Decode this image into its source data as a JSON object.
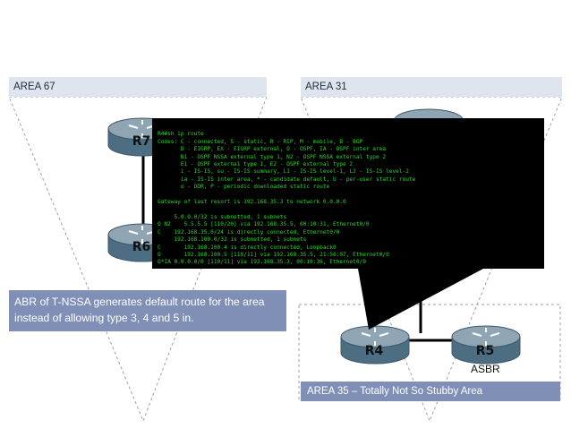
{
  "areas": {
    "area67": "AREA 67",
    "area31": "AREA 31",
    "area35": "AREA 35 – Totally Not So Stubby Area"
  },
  "routers": {
    "r7": "R7",
    "r6": "R6",
    "r4": "R4",
    "r5": "R5"
  },
  "asbr_label": "ASBR",
  "callout": {
    "text": "ABR of T-NSSA generates default route for the area instead of allowing type 3, 4 and 5 in."
  },
  "terminal": {
    "lines": [
      "R4#sh ip route",
      "Codes: C - connected, S - static, R - RIP, M - mobile, B - BGP",
      "       D - EIGRP, EX - EIGRP external, O - OSPF, IA - OSPF inter area",
      "       N1 - OSPF NSSA external type 1, N2 - OSPF NSSA external type 2",
      "       E1 - OSPF external type 1, E2 - OSPF external type 2",
      "       i - IS-IS, su - IS-IS summary, L1 - IS-IS level-1, L2 - IS-IS level-2",
      "       ia - IS-IS inter area, * - candidate default, U - per-user static route",
      "       o - ODR, P - periodic downloaded static route",
      "",
      "Gateway of last resort is 192.168.35.3 to network 0.0.0.0",
      "",
      "     5.0.0.0/32 is subnetted, 1 subnets",
      "O N2    5.5.5.5 [110/20] via 192.168.35.5, 00:10:31, Ethernet0/0",
      "C    192.168.35.0/24 is directly connected, Ethernet0/0",
      "     192.168.100.0/32 is subnetted, 1 subnets",
      "C       192.168.100.4 is directly connected, Loopback0",
      "O       192.168.100.5 [110/11] via 192.168.35.5, 21:56:07, Ethernet0/0",
      "O*IA 0.0.0.0/0 [110/11] via 192.168.35.3, 00:10:36, Ethernet0/0"
    ]
  },
  "colors": {
    "area_label_bg": "#dfe5ee",
    "accent_blue": "#7f8fb5",
    "terminal_bg": "#000000",
    "terminal_text": "#2bd52b",
    "router_top": "#8fa5b3",
    "router_side": "#4d6d82"
  },
  "icons": {
    "router": "router-icon"
  }
}
